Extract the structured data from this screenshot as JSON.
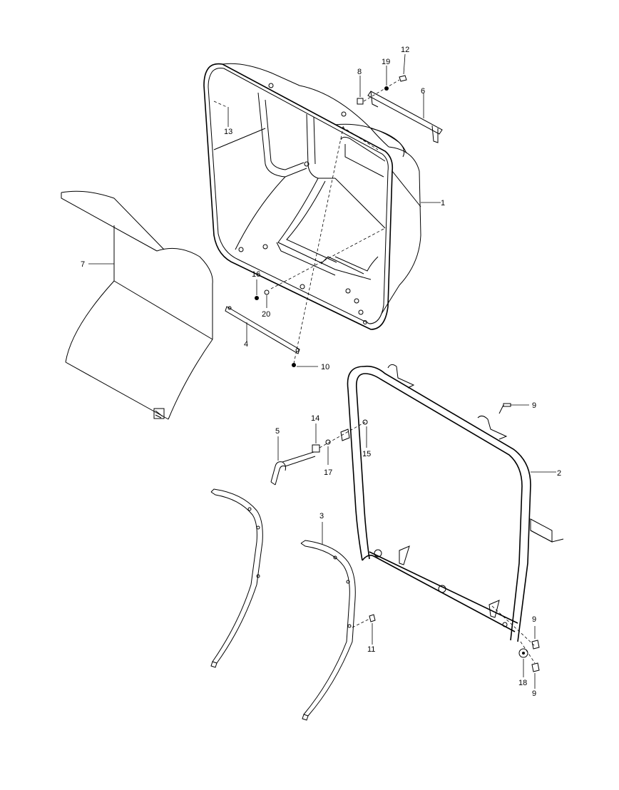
{
  "diagram": {
    "callouts": [
      {
        "id": "c1",
        "text": "1"
      },
      {
        "id": "c2",
        "text": "2"
      },
      {
        "id": "c3",
        "text": "3"
      },
      {
        "id": "c4",
        "text": "4"
      },
      {
        "id": "c5",
        "text": "5"
      },
      {
        "id": "c6",
        "text": "6"
      },
      {
        "id": "c7",
        "text": "7"
      },
      {
        "id": "c8",
        "text": "8"
      },
      {
        "id": "c9a",
        "text": "9"
      },
      {
        "id": "c9b",
        "text": "9"
      },
      {
        "id": "c9c",
        "text": "9"
      },
      {
        "id": "c10",
        "text": "10"
      },
      {
        "id": "c11",
        "text": "11"
      },
      {
        "id": "c12",
        "text": "12"
      },
      {
        "id": "c13",
        "text": "13"
      },
      {
        "id": "c14",
        "text": "14"
      },
      {
        "id": "c15",
        "text": "15"
      },
      {
        "id": "c16",
        "text": "16"
      },
      {
        "id": "c17",
        "text": "17"
      },
      {
        "id": "c18",
        "text": "18"
      },
      {
        "id": "c19",
        "text": "19"
      },
      {
        "id": "c20",
        "text": "20"
      }
    ]
  }
}
